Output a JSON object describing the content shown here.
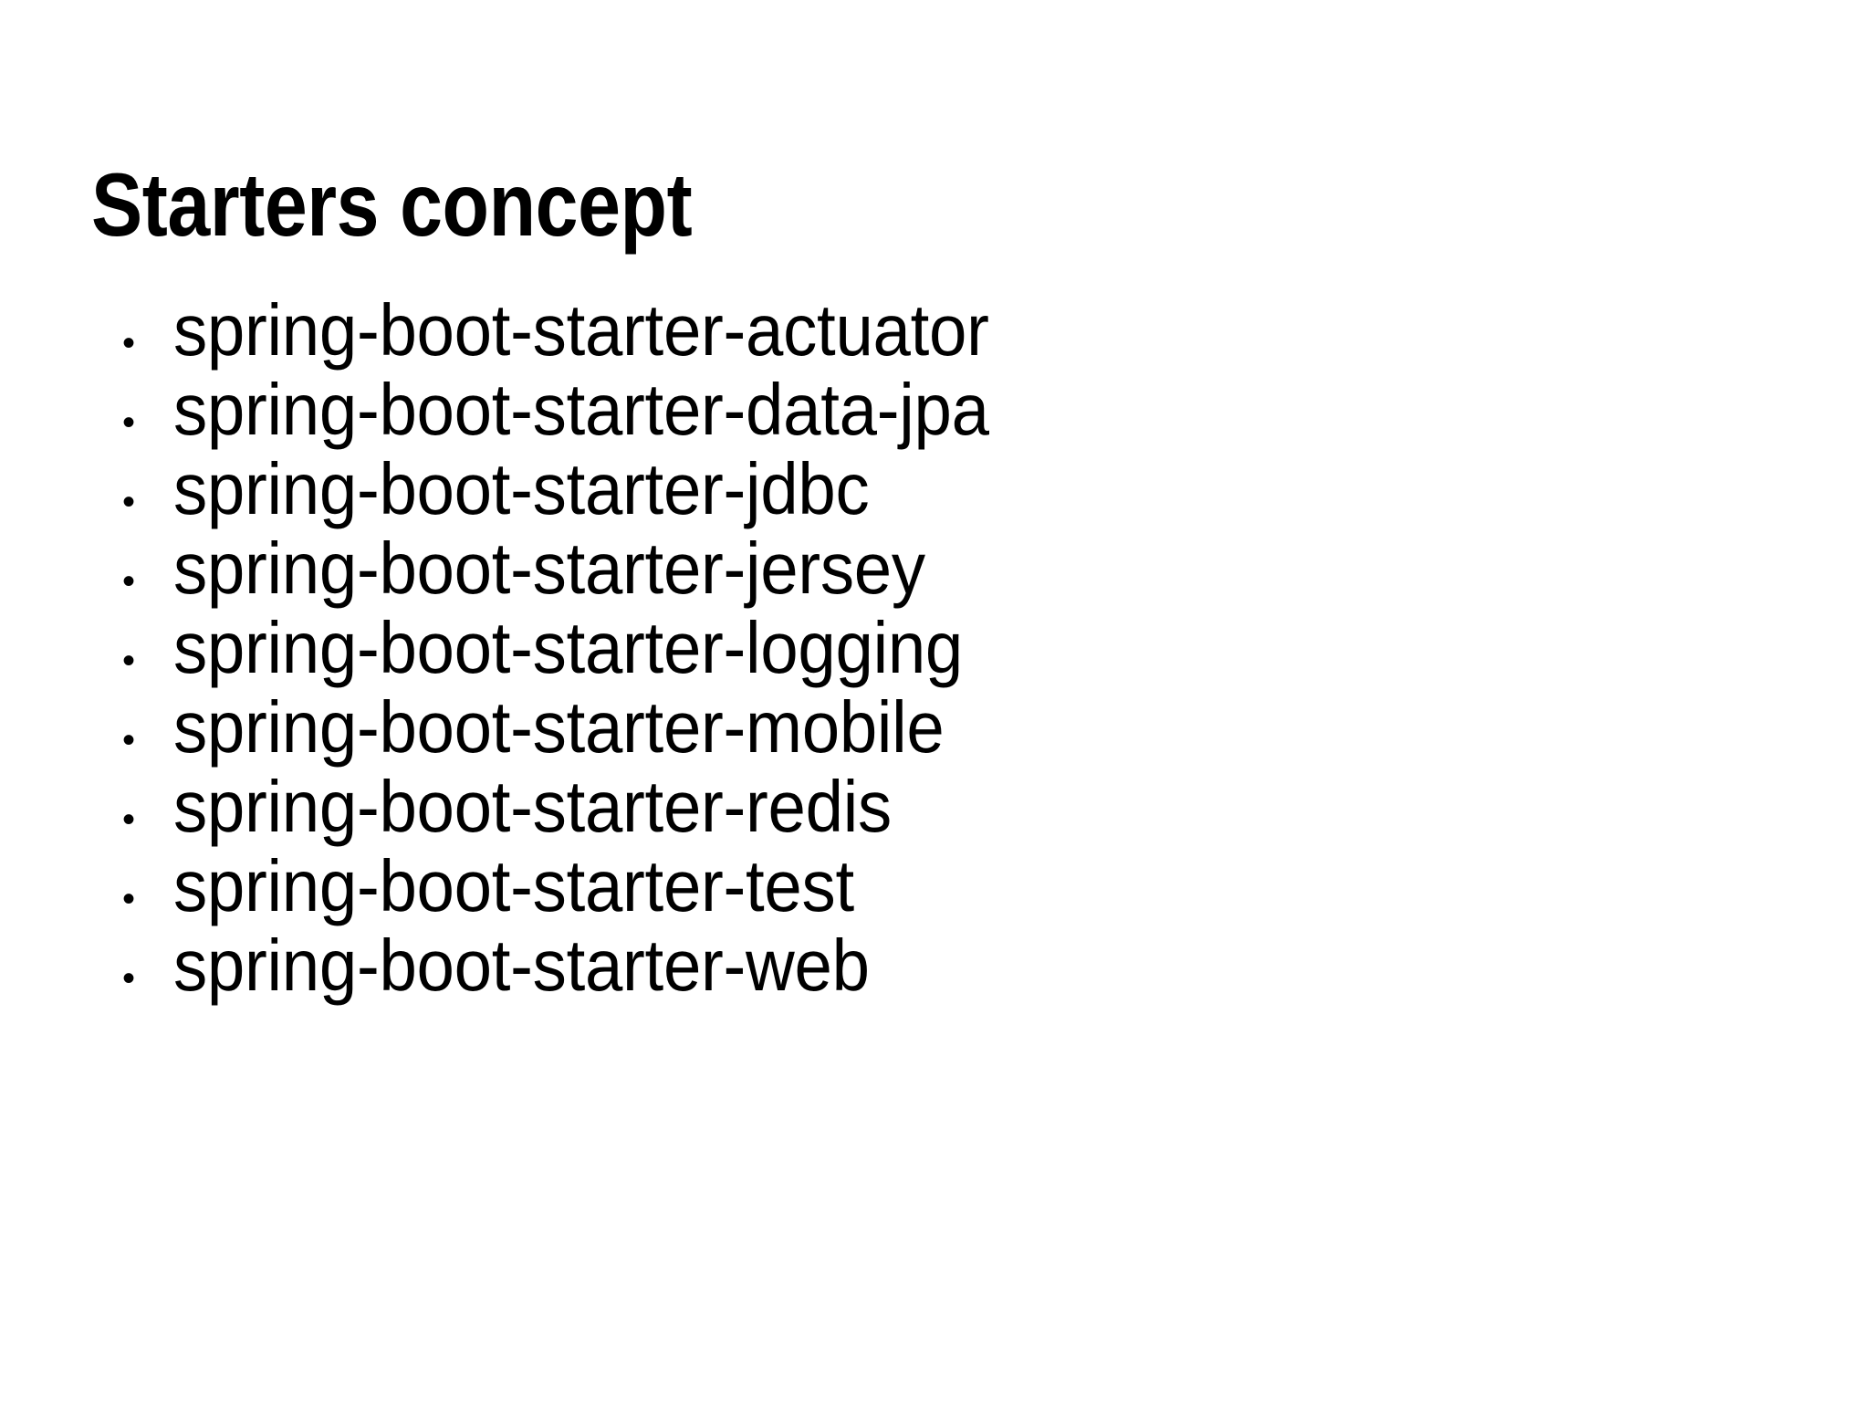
{
  "slide": {
    "title": "Starters concept",
    "background_color": "#ffffff",
    "text_color": "#000000",
    "bullet_glyph": "•",
    "bullets": [
      {
        "label": "spring-boot-starter-actuator"
      },
      {
        "label": "spring-boot-starter-data-jpa"
      },
      {
        "label": "spring-boot-starter-jdbc"
      },
      {
        "label": "spring-boot-starter-jersey"
      },
      {
        "label": "spring-boot-starter-logging"
      },
      {
        "label": "spring-boot-starter-mobile"
      },
      {
        "label": "spring-boot-starter-redis"
      },
      {
        "label": "spring-boot-starter-test"
      },
      {
        "label": "spring-boot-starter-web"
      }
    ]
  }
}
